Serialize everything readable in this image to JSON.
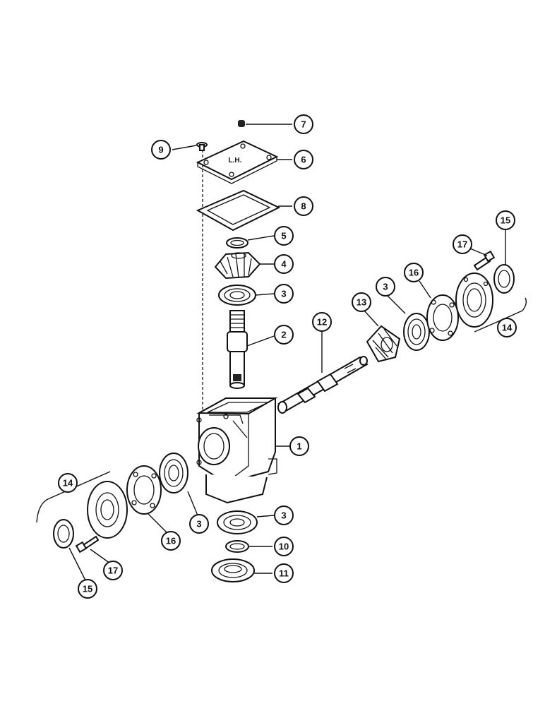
{
  "callouts": [
    {
      "id": "c7",
      "label": "7"
    },
    {
      "id": "c9",
      "label": "9"
    },
    {
      "id": "c6",
      "label": "6"
    },
    {
      "id": "c8",
      "label": "8"
    },
    {
      "id": "c5",
      "label": "5"
    },
    {
      "id": "c4",
      "label": "4"
    },
    {
      "id": "c3a",
      "label": "3"
    },
    {
      "id": "c2",
      "label": "2"
    },
    {
      "id": "c12",
      "label": "12"
    },
    {
      "id": "c13",
      "label": "13"
    },
    {
      "id": "c3b",
      "label": "3"
    },
    {
      "id": "c16a",
      "label": "16"
    },
    {
      "id": "c17a",
      "label": "17"
    },
    {
      "id": "c15a",
      "label": "15"
    },
    {
      "id": "c14a",
      "label": "14"
    },
    {
      "id": "c1",
      "label": "1"
    },
    {
      "id": "c14b",
      "label": "14"
    },
    {
      "id": "c3c",
      "label": "3"
    },
    {
      "id": "c16b",
      "label": "16"
    },
    {
      "id": "c3d",
      "label": "3"
    },
    {
      "id": "c10",
      "label": "10"
    },
    {
      "id": "c11",
      "label": "11"
    },
    {
      "id": "c17b",
      "label": "17"
    },
    {
      "id": "c15b",
      "label": "15"
    }
  ],
  "cover_lettering": "L.H."
}
